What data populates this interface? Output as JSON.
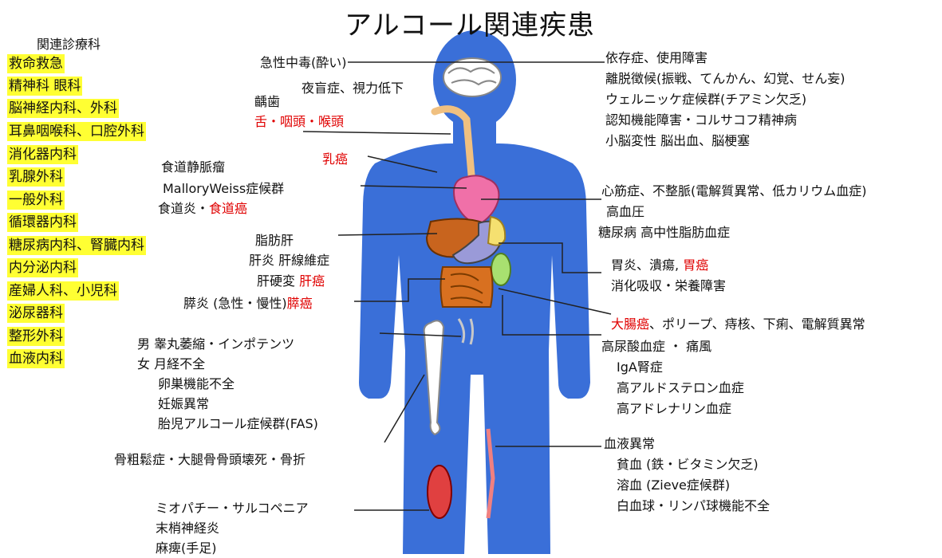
{
  "title": "アルコール関連疾患",
  "departments": {
    "heading": "関連診療科",
    "items": [
      "救命救急",
      "精神科 眼科",
      "脳神経内科、外科",
      "耳鼻咽喉科、口腔外科",
      "消化器内科",
      "乳腺外科",
      "一般外科",
      "循環器内科",
      "糖尿病内科、腎臓内科",
      "内分泌内科",
      "産婦人科、小児科",
      "泌尿器科",
      "整形外科",
      "血液内科"
    ]
  },
  "left": {
    "acute": "急性中毒(酔い)",
    "night": "夜盲症、視力低下",
    "caries": "齲歯",
    "tongue": "舌・咽頭・喉頭",
    "breast": "乳癌",
    "eso1": "食道静脈瘤",
    "eso2": "MalloryWeiss症候群",
    "eso3a": "食道炎・",
    "eso3b": "食道癌",
    "liver1": "脂肪肝",
    "liver2": "肝炎 肝線維症",
    "liver3a": "肝硬変 ",
    "liver3b": "肝癌",
    "pan_a": "膵炎 (急性・慢性)",
    "pan_b": "膵癌",
    "male": "男 睾丸萎縮・インポテンツ",
    "female": "女 月経不全",
    "ovary": "卵巣機能不全",
    "preg": "妊娠異常",
    "fas": "胎児アルコール症候群(FAS)",
    "bone": "骨粗鬆症・大腿骨骨頭壊死・骨折",
    "muscle1": "ミオパチー・サルコペニア",
    "muscle2": "末梢神経炎",
    "muscle3": "麻痺(手足)"
  },
  "right": {
    "brain": [
      "依存症、使用障害",
      "離脱徴候(振戦、てんかん、幻覚、せん妄)",
      "ウェルニッケ症候群(チアミン欠乏)",
      "認知機能障害・コルサコフ精神病",
      "小脳変性 脳出血、脳梗塞"
    ],
    "heart": [
      "心筋症、不整脈(電解質異常、低カリウム血症)",
      "高血圧",
      "糖尿病 高中性脂肪血症"
    ],
    "stomach_a": "胃炎、潰瘍, ",
    "stomach_b": "胃癌",
    "stomach2": "消化吸収・栄養障害",
    "colon_a": "大腸癌",
    "colon_b": "、ポリープ、痔核、下痢、電解質異常",
    "kidney": [
      "高尿酸血症 ・ 痛風",
      "IgA腎症",
      "高アルドステロン血症",
      "高アドレナリン血症"
    ],
    "blood": [
      "血液異常",
      "貧血 (鉄・ビタミン欠乏)",
      "溶血 (Zieve症候群)",
      "白血球・リンパ球機能不全"
    ]
  },
  "colors": {
    "body": "#3a6fd8",
    "highlight": "#ffff33",
    "red": "#e00000"
  }
}
